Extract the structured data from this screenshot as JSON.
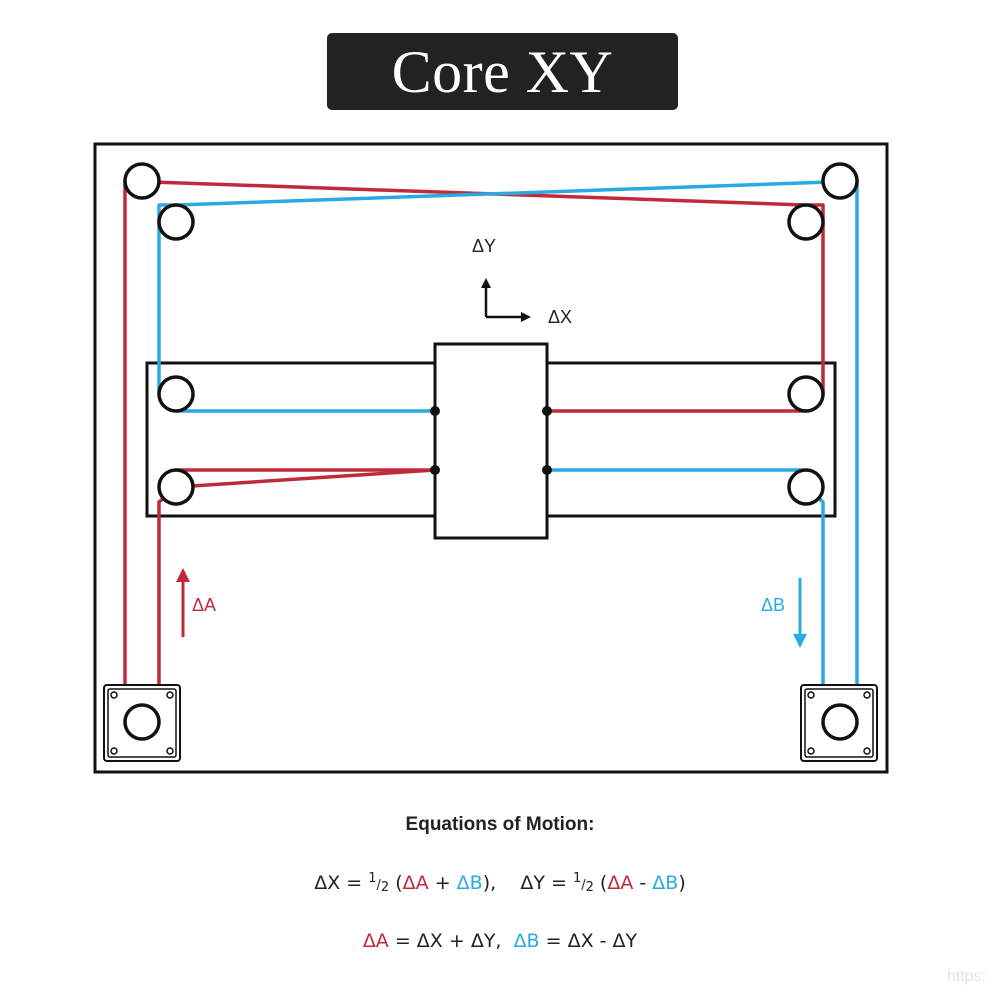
{
  "title": "Core XY",
  "labels": {
    "delta_y": "ΔY",
    "delta_x": "ΔX",
    "delta_a": "ΔA",
    "delta_b": "ΔB"
  },
  "equations": {
    "heading": "Equations of Motion:",
    "line1": {
      "x_lhs": "ΔX = ",
      "x_half_num": "1",
      "x_half_slash": "/",
      "x_half_den": "2",
      "x_open": " (",
      "x_a": "ΔA",
      "x_op": " + ",
      "x_b": "ΔB",
      "x_close": "),",
      "gap": "    ",
      "y_lhs": "ΔY = ",
      "y_half_num": "1",
      "y_half_slash": "/",
      "y_half_den": "2",
      "y_open": " (",
      "y_a": "ΔA",
      "y_op": " - ",
      "y_b": "ΔB",
      "y_close": ")"
    },
    "line2": {
      "a_lhs": "ΔA",
      "a_rhs": " = ΔX + ΔY,",
      "gap": "  ",
      "b_lhs": "ΔB",
      "b_rhs": " = ΔX - ΔY"
    }
  },
  "watermark": "https:",
  "colors": {
    "belt_a": "#c12a3a",
    "belt_b": "#29abe2",
    "frame": "#111111",
    "title_bg": "#222222",
    "title_text": "#ffffff"
  }
}
